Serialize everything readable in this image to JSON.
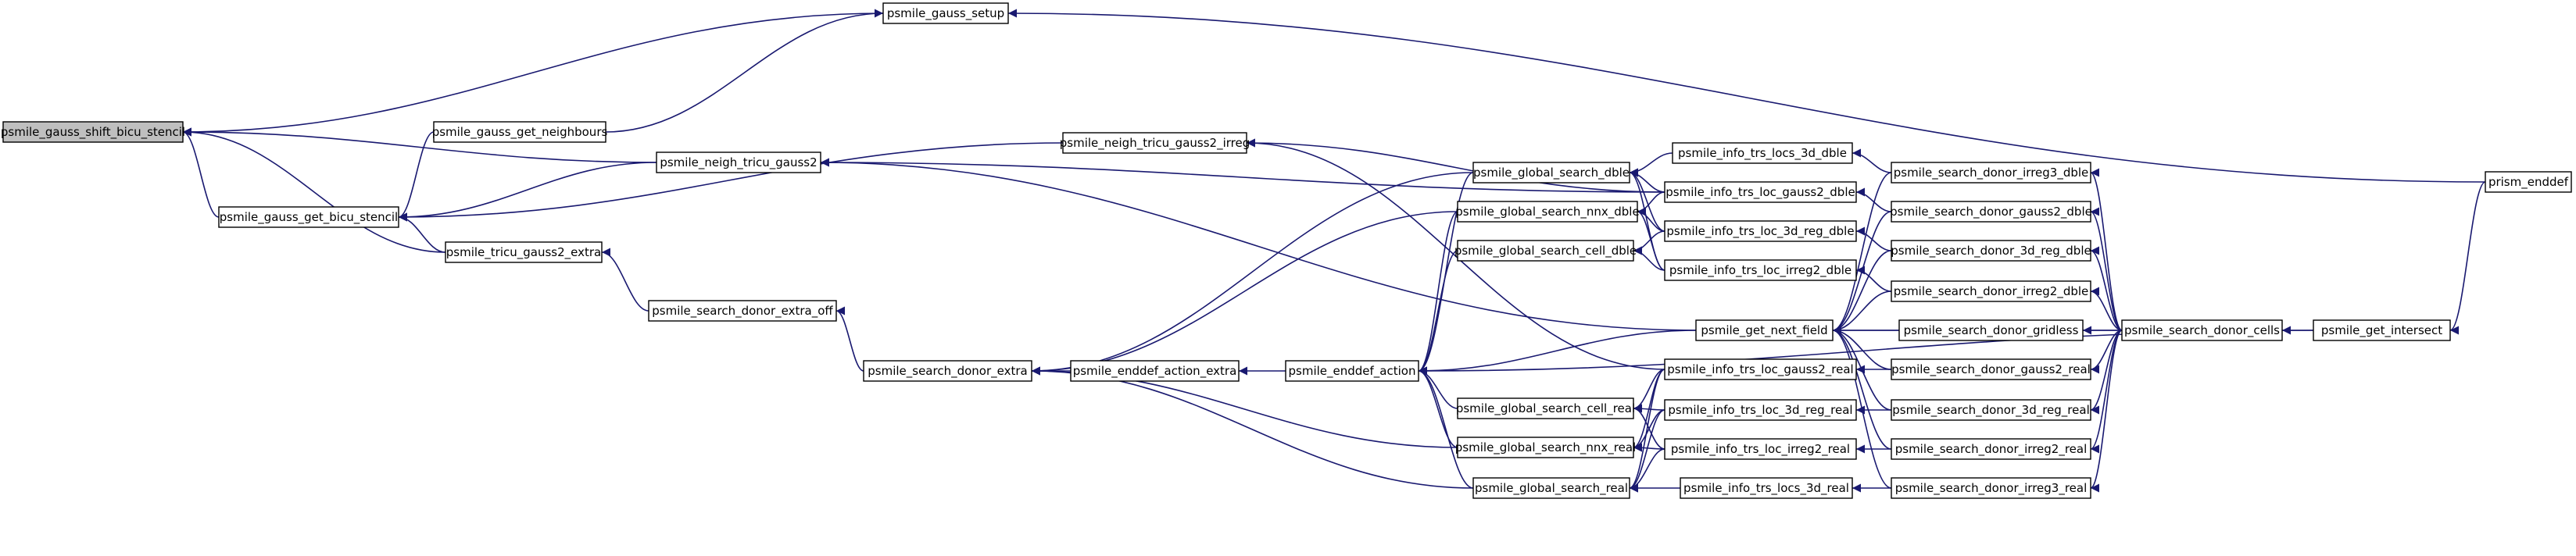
{
  "graph": {
    "title": "",
    "edge_color": "#191970",
    "root_fill": "#bfbfbf",
    "nodes": [
      {
        "id": "n0",
        "label": "psmile_gauss_shift_bicu_stencil",
        "root": true
      },
      {
        "id": "n1",
        "label": "psmile_gauss_get_bicu_stencil"
      },
      {
        "id": "n2",
        "label": "psmile_gauss_setup"
      },
      {
        "id": "n3",
        "label": "psmile_gauss_get_neighbours"
      },
      {
        "id": "n4",
        "label": "psmile_neigh_tricu_gauss2"
      },
      {
        "id": "n5",
        "label": "psmile_neigh_tricu_gauss2_irreg"
      },
      {
        "id": "n6",
        "label": "psmile_tricu_gauss2_extra"
      },
      {
        "id": "n7",
        "label": "psmile_search_donor_extra_off"
      },
      {
        "id": "n8",
        "label": "psmile_search_donor_extra"
      },
      {
        "id": "n9",
        "label": "psmile_enddef_action_extra"
      },
      {
        "id": "n10",
        "label": "psmile_enddef_action"
      },
      {
        "id": "n11",
        "label": "psmile_global_search_dble"
      },
      {
        "id": "n12",
        "label": "psmile_global_search_nnx_dble"
      },
      {
        "id": "n13",
        "label": "psmile_global_search_cell_dble"
      },
      {
        "id": "n14",
        "label": "psmile_global_search_cell_real"
      },
      {
        "id": "n15",
        "label": "psmile_global_search_nnx_real"
      },
      {
        "id": "n16",
        "label": "psmile_global_search_real"
      },
      {
        "id": "n17",
        "label": "psmile_info_trs_locs_3d_dble"
      },
      {
        "id": "n18",
        "label": "psmile_info_trs_loc_gauss2_dble"
      },
      {
        "id": "n19",
        "label": "psmile_info_trs_loc_3d_reg_dble"
      },
      {
        "id": "n20",
        "label": "psmile_info_trs_loc_irreg2_dble"
      },
      {
        "id": "n21",
        "label": "psmile_get_next_field"
      },
      {
        "id": "n22",
        "label": "psmile_info_trs_loc_gauss2_real"
      },
      {
        "id": "n23",
        "label": "psmile_info_trs_loc_3d_reg_real"
      },
      {
        "id": "n24",
        "label": "psmile_info_trs_loc_irreg2_real"
      },
      {
        "id": "n25",
        "label": "psmile_info_trs_locs_3d_real"
      },
      {
        "id": "n26",
        "label": "psmile_search_donor_irreg3_dble"
      },
      {
        "id": "n27",
        "label": "psmile_search_donor_gauss2_dble"
      },
      {
        "id": "n28",
        "label": "psmile_search_donor_3d_reg_dble"
      },
      {
        "id": "n29",
        "label": "psmile_search_donor_irreg2_dble"
      },
      {
        "id": "n30",
        "label": "psmile_search_donor_gridless"
      },
      {
        "id": "n31",
        "label": "psmile_search_donor_gauss2_real"
      },
      {
        "id": "n32",
        "label": "psmile_search_donor_3d_reg_real"
      },
      {
        "id": "n33",
        "label": "psmile_search_donor_irreg2_real"
      },
      {
        "id": "n34",
        "label": "psmile_search_donor_irreg3_real"
      },
      {
        "id": "n35",
        "label": "psmile_search_donor_cells"
      },
      {
        "id": "n36",
        "label": "psmile_get_intersect"
      },
      {
        "id": "n37",
        "label": "prism_enddef"
      }
    ],
    "edges": [
      {
        "from": "n1",
        "to": "n0"
      },
      {
        "from": "n2",
        "to": "n0"
      },
      {
        "from": "n4",
        "to": "n0"
      },
      {
        "from": "n6",
        "to": "n0"
      },
      {
        "from": "n3",
        "to": "n1"
      },
      {
        "from": "n4",
        "to": "n1"
      },
      {
        "from": "n5",
        "to": "n1"
      },
      {
        "from": "n6",
        "to": "n1"
      },
      {
        "from": "n3",
        "to": "n2"
      },
      {
        "from": "n37",
        "to": "n2"
      },
      {
        "from": "n7",
        "to": "n6"
      },
      {
        "from": "n8",
        "to": "n7"
      },
      {
        "from": "n9",
        "to": "n8"
      },
      {
        "from": "n10",
        "to": "n9"
      },
      {
        "from": "n11",
        "to": "n8"
      },
      {
        "from": "n12",
        "to": "n8"
      },
      {
        "from": "n15",
        "to": "n8"
      },
      {
        "from": "n16",
        "to": "n8"
      },
      {
        "from": "n11",
        "to": "n10"
      },
      {
        "from": "n12",
        "to": "n10"
      },
      {
        "from": "n13",
        "to": "n10"
      },
      {
        "from": "n14",
        "to": "n10"
      },
      {
        "from": "n15",
        "to": "n10"
      },
      {
        "from": "n16",
        "to": "n10"
      },
      {
        "from": "n21",
        "to": "n10"
      },
      {
        "from": "n36",
        "to": "n10"
      },
      {
        "from": "n18",
        "to": "n4"
      },
      {
        "from": "n18",
        "to": "n5"
      },
      {
        "from": "n21",
        "to": "n4"
      },
      {
        "from": "n22",
        "to": "n5"
      },
      {
        "from": "n17",
        "to": "n11"
      },
      {
        "from": "n18",
        "to": "n11"
      },
      {
        "from": "n19",
        "to": "n11"
      },
      {
        "from": "n20",
        "to": "n11"
      },
      {
        "from": "n18",
        "to": "n12"
      },
      {
        "from": "n19",
        "to": "n12"
      },
      {
        "from": "n20",
        "to": "n12"
      },
      {
        "from": "n19",
        "to": "n13"
      },
      {
        "from": "n20",
        "to": "n13"
      },
      {
        "from": "n22",
        "to": "n14"
      },
      {
        "from": "n23",
        "to": "n14"
      },
      {
        "from": "n24",
        "to": "n14"
      },
      {
        "from": "n22",
        "to": "n15"
      },
      {
        "from": "n23",
        "to": "n15"
      },
      {
        "from": "n24",
        "to": "n15"
      },
      {
        "from": "n22",
        "to": "n16"
      },
      {
        "from": "n23",
        "to": "n16"
      },
      {
        "from": "n24",
        "to": "n16"
      },
      {
        "from": "n25",
        "to": "n16"
      },
      {
        "from": "n26",
        "to": "n17"
      },
      {
        "from": "n27",
        "to": "n18"
      },
      {
        "from": "n28",
        "to": "n19"
      },
      {
        "from": "n29",
        "to": "n20"
      },
      {
        "from": "n31",
        "to": "n22"
      },
      {
        "from": "n32",
        "to": "n23"
      },
      {
        "from": "n33",
        "to": "n24"
      },
      {
        "from": "n34",
        "to": "n25"
      },
      {
        "from": "n26",
        "to": "n21"
      },
      {
        "from": "n27",
        "to": "n21"
      },
      {
        "from": "n28",
        "to": "n21"
      },
      {
        "from": "n29",
        "to": "n21"
      },
      {
        "from": "n30",
        "to": "n21"
      },
      {
        "from": "n31",
        "to": "n21"
      },
      {
        "from": "n32",
        "to": "n21"
      },
      {
        "from": "n33",
        "to": "n21"
      },
      {
        "from": "n34",
        "to": "n21"
      },
      {
        "from": "n35",
        "to": "n21"
      },
      {
        "from": "n35",
        "to": "n26"
      },
      {
        "from": "n35",
        "to": "n27"
      },
      {
        "from": "n35",
        "to": "n28"
      },
      {
        "from": "n35",
        "to": "n29"
      },
      {
        "from": "n35",
        "to": "n30"
      },
      {
        "from": "n35",
        "to": "n31"
      },
      {
        "from": "n35",
        "to": "n32"
      },
      {
        "from": "n35",
        "to": "n33"
      },
      {
        "from": "n35",
        "to": "n34"
      },
      {
        "from": "n36",
        "to": "n35"
      },
      {
        "from": "n37",
        "to": "n36"
      }
    ]
  }
}
